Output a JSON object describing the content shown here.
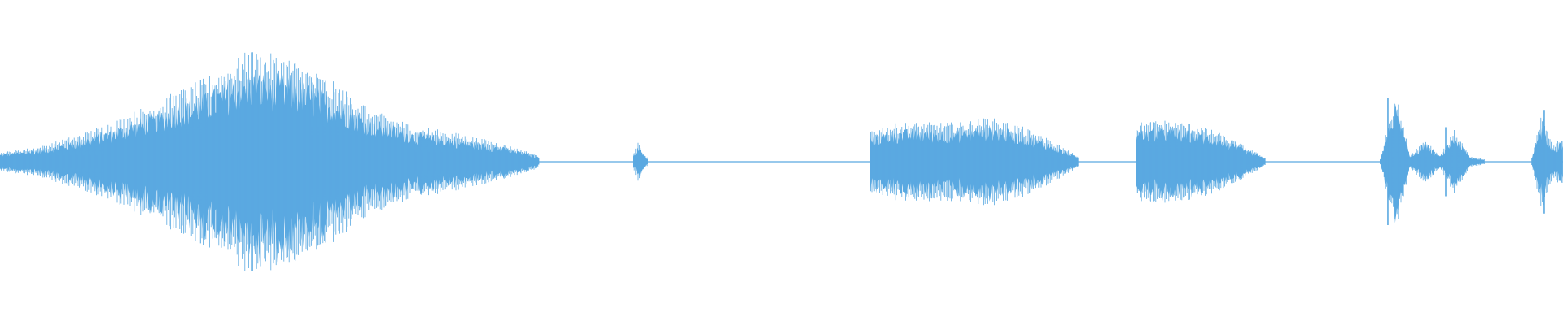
{
  "waveform": {
    "color": "#5aa9e1",
    "baseline_color": "#5aa9e1",
    "segments": [
      {
        "name": "segment-1",
        "start": 0.0,
        "end": 0.345,
        "envelope": [
          0.07,
          0.12,
          0.22,
          0.35,
          0.5,
          0.65,
          0.85,
          0.8,
          0.62,
          0.4,
          0.28,
          0.22,
          0.15,
          0.05
        ]
      },
      {
        "name": "segment-2",
        "start": 0.405,
        "end": 0.415,
        "envelope": [
          0.05,
          0.16,
          0.07,
          0.02
        ]
      },
      {
        "name": "segment-3",
        "start": 0.557,
        "end": 0.69,
        "envelope": [
          0.25,
          0.3,
          0.3,
          0.3,
          0.34,
          0.28,
          0.18,
          0.04
        ]
      },
      {
        "name": "segment-4",
        "start": 0.727,
        "end": 0.81,
        "envelope": [
          0.3,
          0.32,
          0.3,
          0.24,
          0.14,
          0.03
        ]
      },
      {
        "name": "segment-5",
        "start": 0.883,
        "end": 0.95,
        "envelope": [
          0.02,
          0.55,
          0.05,
          0.18,
          0.05,
          0.25,
          0.04,
          0.02
        ]
      },
      {
        "name": "segment-6",
        "start": 0.98,
        "end": 1.0,
        "envelope": [
          0.03,
          0.38,
          0.12,
          0.2
        ]
      }
    ],
    "spikes": [
      {
        "position": 0.161,
        "amplitude": 0.95
      },
      {
        "position": 0.152,
        "amplitude": 0.55
      },
      {
        "position": 0.166,
        "amplitude": 0.6
      },
      {
        "position": 0.888,
        "amplitude": 0.55
      },
      {
        "position": 0.925,
        "amplitude": 0.3
      },
      {
        "position": 0.988,
        "amplitude": 0.45
      }
    ]
  }
}
